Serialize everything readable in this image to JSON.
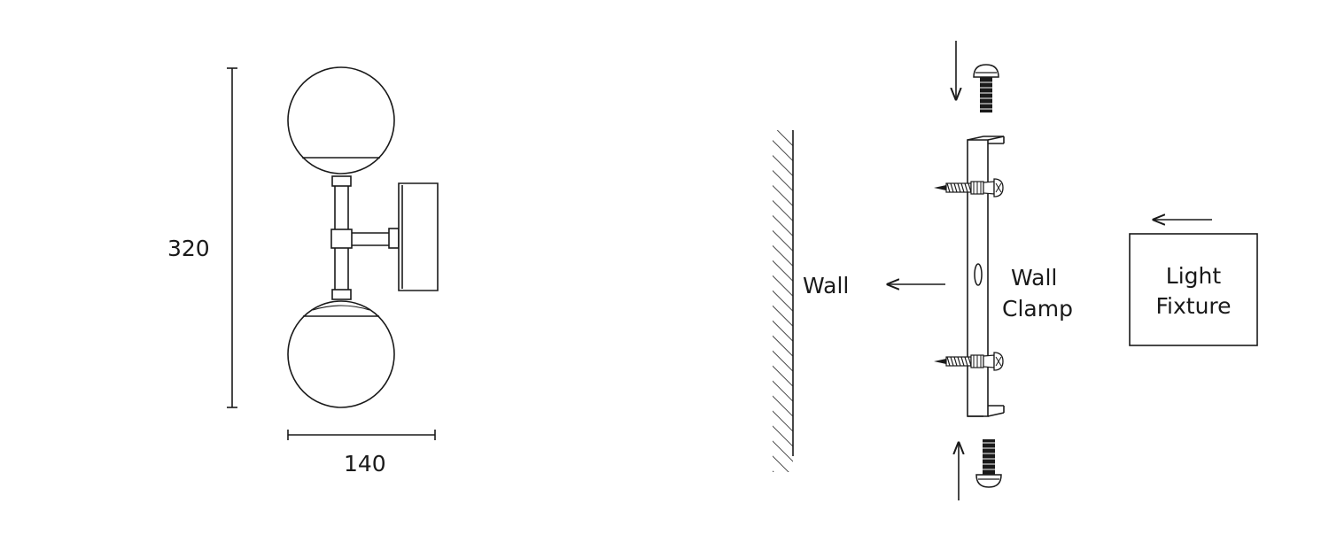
{
  "dimensions": {
    "height": "320",
    "width": "140"
  },
  "labels": {
    "wall": "Wall",
    "clamp_line1": "Wall",
    "clamp_line2": "Clamp",
    "fixture_line1": "Light",
    "fixture_line2": "Fixture"
  },
  "colors": {
    "ink": "#1a1a1a",
    "background": "#ffffff"
  },
  "icons": [
    "down-arrow-icon",
    "up-arrow-icon",
    "left-arrow-icon",
    "machine-screw-icon",
    "wood-screw-icon"
  ]
}
